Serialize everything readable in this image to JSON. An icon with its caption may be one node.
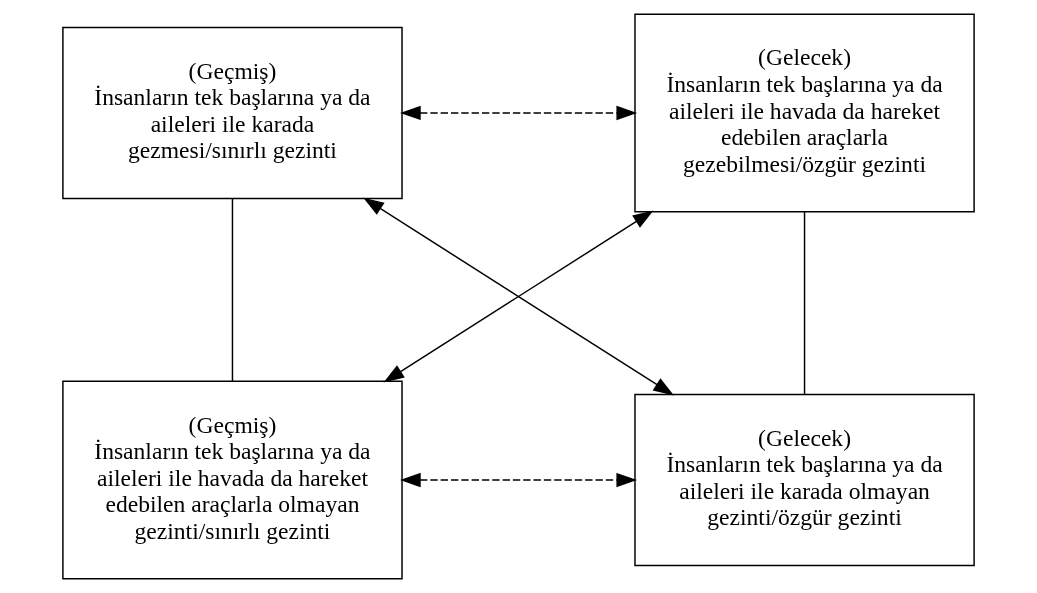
{
  "diagram": {
    "nodes": [
      {
        "text": [
          "(Geçmiş)",
          "İnsanların tek başlarına ya da aileleri ile karada gezmesi/sınırlı gezinti"
        ]
      },
      {
        "text": [
          "(Gelecek)",
          "İnsanların tek başlarına ya da aileleri ile havada da hareket edebilen araçlarla gezebilmesi/özgür gezinti"
        ]
      },
      {
        "text": [
          "(Geçmiş)",
          "İnsanların tek başlarına ya da aileleri ile havada da hareket edebilen araçlarla olmayan gezinti/sınırlı gezinti"
        ]
      },
      {
        "text": [
          "(Gelecek)",
          "İnsanların tek başlarına ya da aileleri ile karada olmayan gezinti/özgür gezinti"
        ]
      }
    ],
    "edges": [
      {
        "from": 0,
        "to": 1,
        "arrow": "both",
        "style": "dashed"
      },
      {
        "from": 0,
        "to": 2,
        "arrow": "none"
      },
      {
        "from": 1,
        "to": 3,
        "arrow": "none"
      },
      {
        "from": 0,
        "to": 3,
        "arrow": "both"
      },
      {
        "from": 1,
        "to": 2,
        "arrow": "both"
      },
      {
        "from": 2,
        "to": 3,
        "arrow": "both",
        "style": "dashed"
      }
    ]
  }
}
